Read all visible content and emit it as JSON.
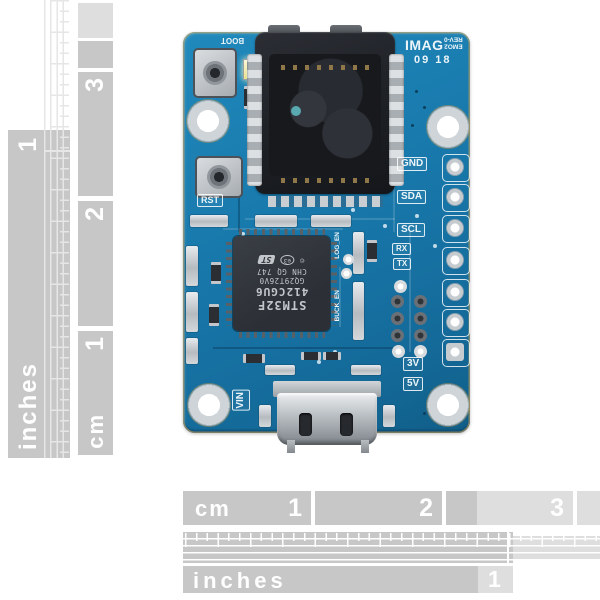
{
  "scene": "product photo of a blue PCB breakout board with measurement rulers",
  "rulers": {
    "left": {
      "inches_label": "inches",
      "inches_numbers": [
        "1"
      ],
      "cm_label": "cm",
      "cm_numbers": [
        "3",
        "2",
        "1"
      ]
    },
    "bottom": {
      "cm_label": "cm",
      "cm_numbers": [
        "1",
        "2",
        "3"
      ],
      "inches_label": "inches",
      "inches_numbers": [
        "1"
      ]
    }
  },
  "board": {
    "silkscreen": {
      "title": "IMAG",
      "rev_line1": "EMO2",
      "rev_line2": "REV-0",
      "date_code": "09 18",
      "boot_label": "BOOT",
      "rst_label": "RST",
      "vin_label": "VIN",
      "log_en_label": "LOG_EN",
      "buck_en_label": "BUCK_EN",
      "gnd_label": "GND",
      "sda_label": "SDA",
      "scl_label": "SCL",
      "rx_label": "RX",
      "tx_label": "TX",
      "v3_label": "3V",
      "v5_label": "5V"
    },
    "chip_markings": {
      "line1": "STM32F",
      "line2": "412CGU6",
      "line3": "GQ29T26V0",
      "line4": "CHN GQ 747",
      "logo": "ST",
      "copyright": "©",
      "e3_mark": "e3"
    },
    "colors": {
      "pcb_blue": "#1878ab",
      "ruler_gray": "#c7c7c7",
      "ruler_light_gray": "#dedede",
      "silkscreen_white": "#ecf5f9",
      "board_edge_gold": "#d8aa5a",
      "socket_black": "#1c1f24",
      "metal_silver": "#c6cbd0",
      "led_yellow": "#f3efc2"
    }
  }
}
